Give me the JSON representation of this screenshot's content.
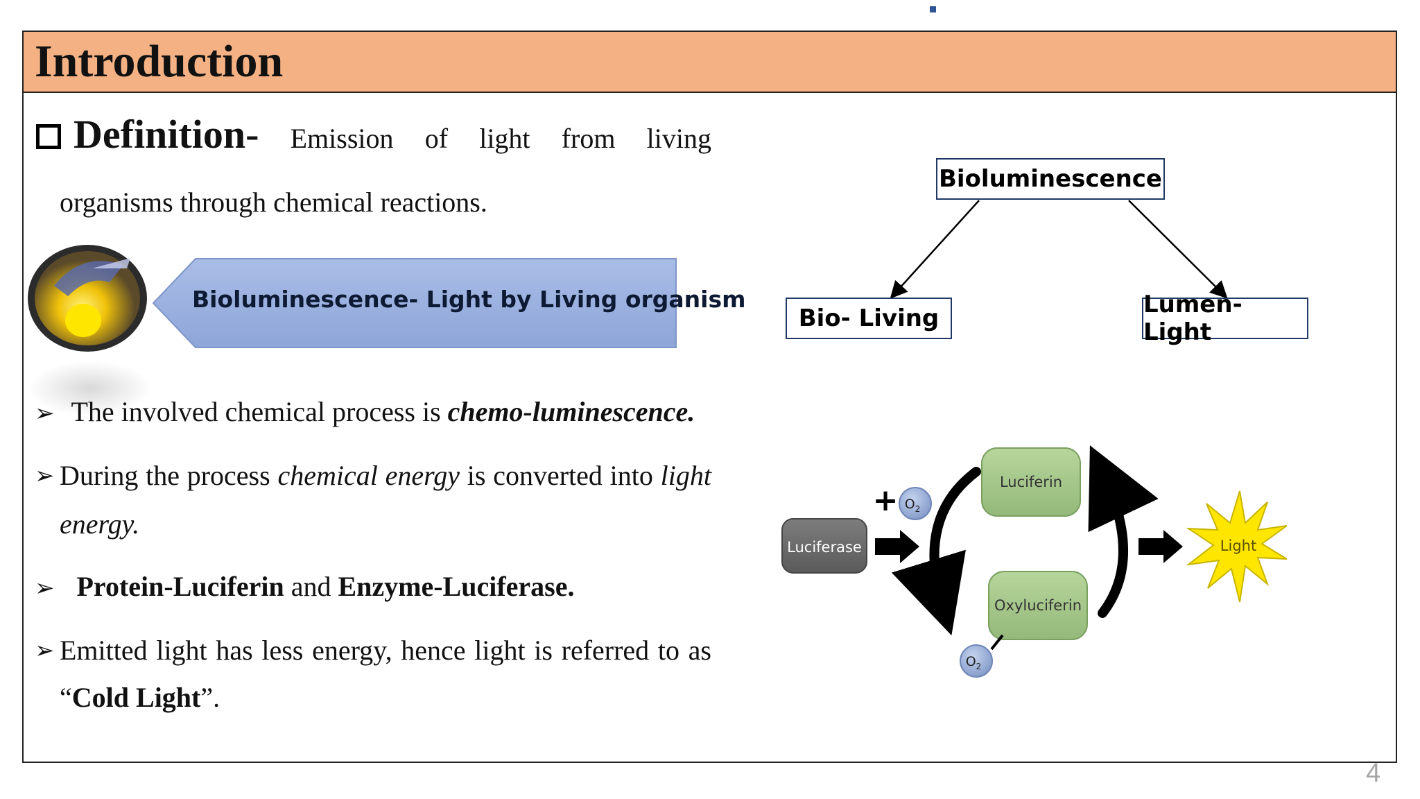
{
  "slide": {
    "title": "Introduction",
    "page_number": "4",
    "definition": {
      "heading": "Definition-",
      "line1": "Emission of light from living",
      "line2": "organisms through chemical reactions."
    },
    "banner": "Bioluminescence- Light by Living organism",
    "bullets": {
      "b1_pre": "The involved chemical process is ",
      "b1_bold": "chemo-luminescence.",
      "b2_l1a": "During the process ",
      "b2_l1b": "chemical energy",
      "b2_l1c": " is converted into ",
      "b2_l1d": "light",
      "b2_l2": "energy.",
      "b3_a": "Protein-Luciferin",
      "b3_b": " and ",
      "b3_c": "Enzyme-Luciferase.",
      "b4_l1": "Emitted light has less energy, hence light is referred to as",
      "b4_q1": "“",
      "b4_bold": "Cold Light",
      "b4_q2": "”."
    }
  },
  "tree": {
    "root": "Bioluminescence",
    "left": "Bio- Living",
    "right": "Lumen-Light"
  },
  "reaction": {
    "enzyme": "Luciferase",
    "substrate": "Luciferin",
    "product": "Oxyluciferin",
    "oxygen": "O",
    "oxygen_sub": "2",
    "plus": "+",
    "output": "Light"
  },
  "colors": {
    "title_bar": "#f4b183",
    "banner_fill": "#9fb4e0",
    "node_green": "#a9c98f",
    "enzyme_gray": "#6f6f6f",
    "o2_blue": "#9bb0d6",
    "light_yellow": "#ffe600"
  },
  "icons": {
    "bullet": "arrowhead-bullet-icon",
    "checkbox": "checkbox-icon",
    "firefly": "firefly-photo"
  }
}
